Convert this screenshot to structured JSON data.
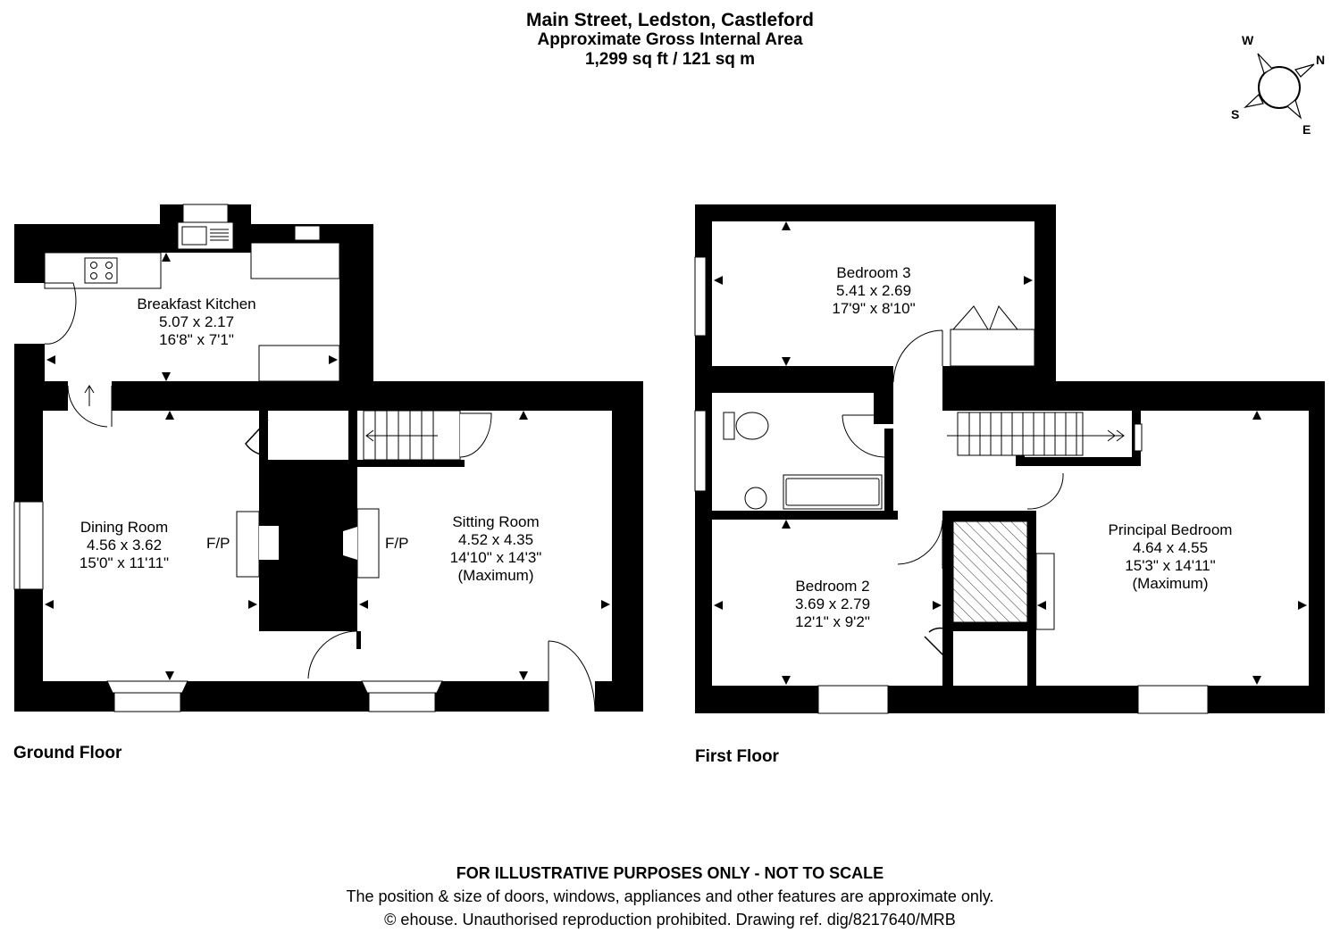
{
  "header": {
    "title": "Main Street, Ledston, Castleford",
    "subtitle": "Approximate Gross Internal Area",
    "area": "1,299 sq ft / 121 sq m"
  },
  "compass": {
    "labels": {
      "north": "N",
      "east": "E",
      "south": "S",
      "west": "W"
    }
  },
  "floors": {
    "ground": {
      "label": "Ground Floor",
      "rooms": [
        {
          "name": "Breakfast Kitchen",
          "metric": "5.07 x 2.17",
          "imperial": "16'8\" x 7'1\"",
          "note": ""
        },
        {
          "name": "Dining Room",
          "metric": "4.56 x 3.62",
          "imperial": "15'0\" x 11'11\"",
          "note": ""
        },
        {
          "name": "Sitting Room",
          "metric": "4.52 x 4.35",
          "imperial": "14'10\" x 14'3\"",
          "note": "(Maximum)"
        }
      ],
      "fireplace_label": "F/P"
    },
    "first": {
      "label": "First Floor",
      "rooms": [
        {
          "name": "Bedroom 3",
          "metric": "5.41 x 2.69",
          "imperial": "17'9\" x 8'10\"",
          "note": ""
        },
        {
          "name": "Bedroom 2",
          "metric": "3.69 x 2.79",
          "imperial": "12'1\" x 9'2\"",
          "note": ""
        },
        {
          "name": "Principal Bedroom",
          "metric": "4.64 x 4.55",
          "imperial": "15'3\" x 14'11\"",
          "note": "(Maximum)"
        }
      ]
    }
  },
  "disclaimer": {
    "line1": "FOR ILLUSTRATIVE PURPOSES ONLY - NOT TO SCALE",
    "line2": "The position & size of doors, windows, appliances and other features are approximate only.",
    "line3": "© ehouse. Unauthorised reproduction prohibited. Drawing ref. dig/8217640/MRB"
  },
  "colors": {
    "wall": "#000000",
    "background": "#ffffff",
    "line": "#333333"
  }
}
